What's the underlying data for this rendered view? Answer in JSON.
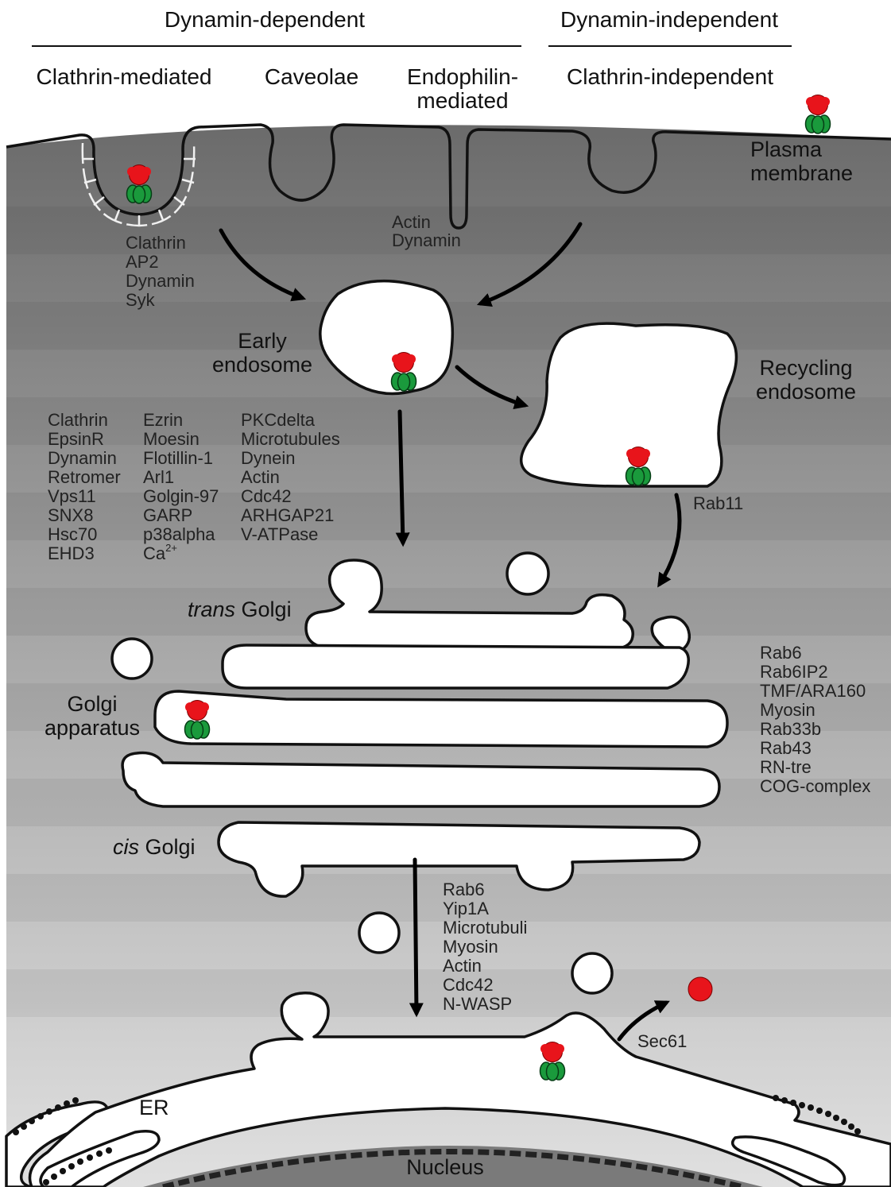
{
  "headers": {
    "dynamin_dependent": "Dynamin-dependent",
    "dynamin_independent": "Dynamin-independent"
  },
  "pathways": {
    "clathrin_mediated": "Clathrin-mediated",
    "caveolae": "Caveolae",
    "endophilin_line1": "Endophilin-",
    "endophilin_line2": "mediated",
    "clathrin_independent": "Clathrin-independent"
  },
  "compartments": {
    "plasma_membrane": [
      "Plasma",
      "membrane"
    ],
    "early_endosome": [
      "Early",
      "endosome"
    ],
    "recycling_endosome": [
      "Recycling",
      "endosome"
    ],
    "trans_golgi_italic": "trans",
    "trans_golgi_rest": " Golgi",
    "golgi_apparatus": [
      "Golgi",
      "apparatus"
    ],
    "cis_golgi_italic": "cis",
    "cis_golgi_rest": " Golgi",
    "er": "ER",
    "nucleus": "Nucleus"
  },
  "factors": {
    "clathrin_pathway": [
      "Clathrin",
      "AP2",
      "Dynamin",
      "Syk"
    ],
    "endophilin_pathway": [
      "Actin",
      "Dynamin"
    ],
    "retrograde_col1": [
      "Clathrin",
      "EpsinR",
      "Dynamin",
      "Retromer",
      "Vps11",
      "SNX8",
      "Hsc70",
      "EHD3"
    ],
    "retrograde_col2": [
      "Ezrin",
      "Moesin",
      "Flotillin-1",
      "Arl1",
      "Golgin-97",
      "GARP",
      "p38alpha",
      "Ca"
    ],
    "calcium_superscript": "2+",
    "retrograde_col3": [
      "PKCdelta",
      "Microtubules",
      "Dynein",
      "Actin",
      "Cdc42",
      "ARHGAP21",
      "V-ATPase"
    ],
    "recycling": "Rab11",
    "golgi_transport": [
      "Rab6",
      "Rab6IP2",
      "TMF/ARA160",
      "Myosin",
      "Rab33b",
      "Rab43",
      "RN-tre",
      "COG-complex"
    ],
    "golgi_to_er": [
      "Rab6",
      "Yip1A",
      "Microtubuli",
      "Myosin",
      "Actin",
      "Cdc42",
      "N-WASP"
    ],
    "er_exit": "Sec61"
  },
  "colors": {
    "toxin_a_subunit": "#e8141b",
    "toxin_b_subunit": "#1a9a3c",
    "cytoplasm_dark": "#6e6e6e",
    "cytoplasm_light": "#dcdcdc",
    "nucleus_fill": "#7a7a7a"
  },
  "icons": {
    "toxin": "ab5-toxin-icon",
    "vesicle": "vesicle-icon",
    "ribosome": "ribosome-icon",
    "arrow": "arrow-icon"
  }
}
